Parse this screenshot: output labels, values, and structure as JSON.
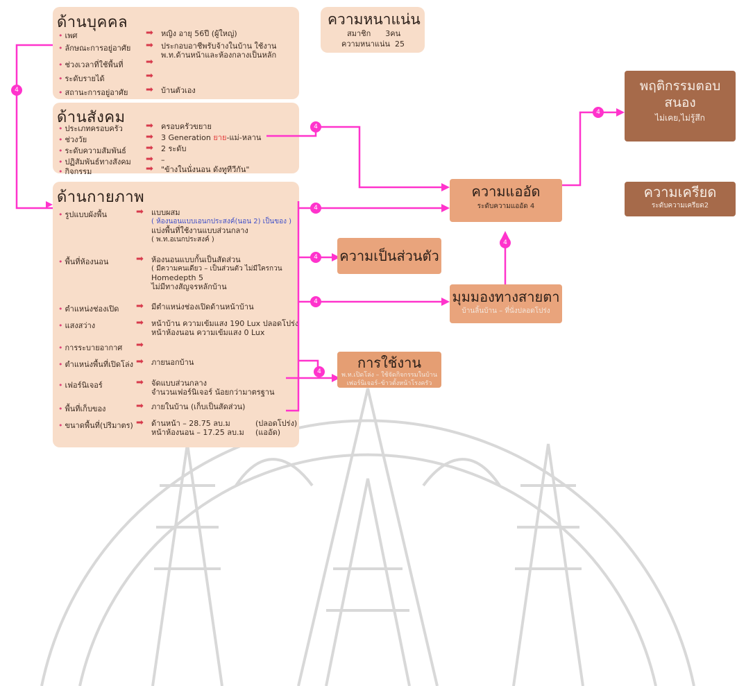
{
  "density": {
    "title": "ความหนาแน่น",
    "members_label": "สมาชิก",
    "members_value": "3คน",
    "density_label": "ความหนาแน่น",
    "density_value": "25"
  },
  "personal": {
    "title": "ด้านบุคคล",
    "rows": [
      {
        "key": "เพศ",
        "value": "หญิง อายุ 56ปี (ผู้ใหญ่)"
      },
      {
        "key": "ลักษณะการอยู่อาศัย",
        "value": "ประกอบอาชีพรับจ้างในบ้าน ใช้งาน",
        "value2": "พ.ท.ด้านหน้าและห้องกลางเป็นหลัก"
      },
      {
        "key": "ช่วงเวลาที่ใช้พื้นที่",
        "value": ""
      },
      {
        "key": "ระดับรายได้",
        "value": ""
      },
      {
        "key": "สถานะการอยู่อาศัย",
        "value": "บ้านตัวเอง"
      }
    ]
  },
  "social": {
    "title": "ด้านสังคม",
    "rows": [
      {
        "key": "ประเภทครอบครัว",
        "value": "ครอบครัวขยาย"
      },
      {
        "key": "ช่วงวัย",
        "value": "3 Generation",
        "extra_red": "ยาย",
        "extra": "-แม่-หลาน"
      },
      {
        "key": "ระดับความสัมพันธ์",
        "value": "2 ระดับ"
      },
      {
        "key": "ปฏิสัมพันธ์ทางสังคม",
        "value": "–"
      },
      {
        "key": "กิจกรรม",
        "value": "\"ข้างในนั่งนอน ดังทูทีวีกัน\""
      }
    ]
  },
  "physical": {
    "title": "ด้านกายภาพ",
    "rows": [
      {
        "key": "รูปแบบผังพื้น",
        "lines": [
          "แบบผสม",
          "( ห้องนอนแบบเอนกประสงค์(นอน 2) เป็นของ )",
          "แบ่งพื้นที่ใช้งานแบบส่วนกลาง",
          "( พ.ท.อเนกประสงค์ )"
        ]
      },
      {
        "key": "พื้นที่ห้องนอน",
        "lines": [
          "ห้องนอนแบบกั้นเป็นสัดส่วน",
          "( มีความคนเดียว – เป็นส่วนตัว ไม่มีใครกวน",
          "Homedepth 5",
          "ไม่มีทางสัญจรหลักบ้าน"
        ]
      },
      {
        "key": "ตำแหน่งช่องเปิด",
        "lines": [
          "มีตำแหน่งช่องเปิดด้านหน้าบ้าน"
        ]
      },
      {
        "key": "แสงสว่าง",
        "lines": [
          "หน้าบ้าน ความเข้มแสง 190 Lux ปลอดโปร่ง",
          "หน้าห้องนอน ความเข้มแสง 0 Lux"
        ]
      },
      {
        "key": "การระบายอากาศ",
        "lines": [
          ""
        ]
      },
      {
        "key": "ตำแหน่งพื้นที่เปิดโล่ง",
        "lines": [
          "ภายนอกบ้าน"
        ]
      },
      {
        "key": "เฟอร์นิเจอร์",
        "lines": [
          "จัดแบบส่วนกลาง",
          "จำนวนเฟอร์นิเจอร์ น้อยกว่ามาตรฐาน"
        ]
      },
      {
        "key": "พื้นที่เก็บของ",
        "lines": [
          "ภายในบ้าน (เก็บเป็นสัดส่วน)"
        ]
      },
      {
        "key": "ขนาดพื้นที่(ปริมาตร)",
        "lines": [
          "ด้านหน้า – 28.75 ลบ.ม",
          "หน้าห้องนอน – 17.25 ลบ.ม"
        ],
        "notes": [
          "(ปลอดโปร่ง)",
          "(แออัด)"
        ]
      }
    ]
  },
  "nodes": {
    "crowding": {
      "title": "ความแออัด",
      "sub": "ระดับความแออัด 4"
    },
    "privacy": {
      "title": "ความเป็นส่วนตัว"
    },
    "view": {
      "title": "มุมมองทางสายตา",
      "sub": "บ้านลิ้นบ้าน – ที่นั่งปลอดโปร่ง"
    },
    "usage": {
      "title": "การใช้งาน",
      "sub1": "พ.ท.เปิดโล่ง – ใช้จัดกิจกรรมในบ้าน",
      "sub2": "เฟอร์นิเจอร์–ข้าวตั้งหน้าโรงครัว"
    },
    "response": {
      "title": "พฤติกรรมตอบสนอง",
      "sub": "ไม่เคย,ไม่รู้สึก"
    },
    "stress": {
      "title": "ความเครียด",
      "sub": "ระดับความเครียด2"
    }
  },
  "connector_number": "4",
  "colors": {
    "box": "#f8ddc9",
    "node_orange": "#e59e73",
    "node_brown": "#a66a4a",
    "line": "#ff33cc",
    "arrow": "#d73a4c"
  }
}
